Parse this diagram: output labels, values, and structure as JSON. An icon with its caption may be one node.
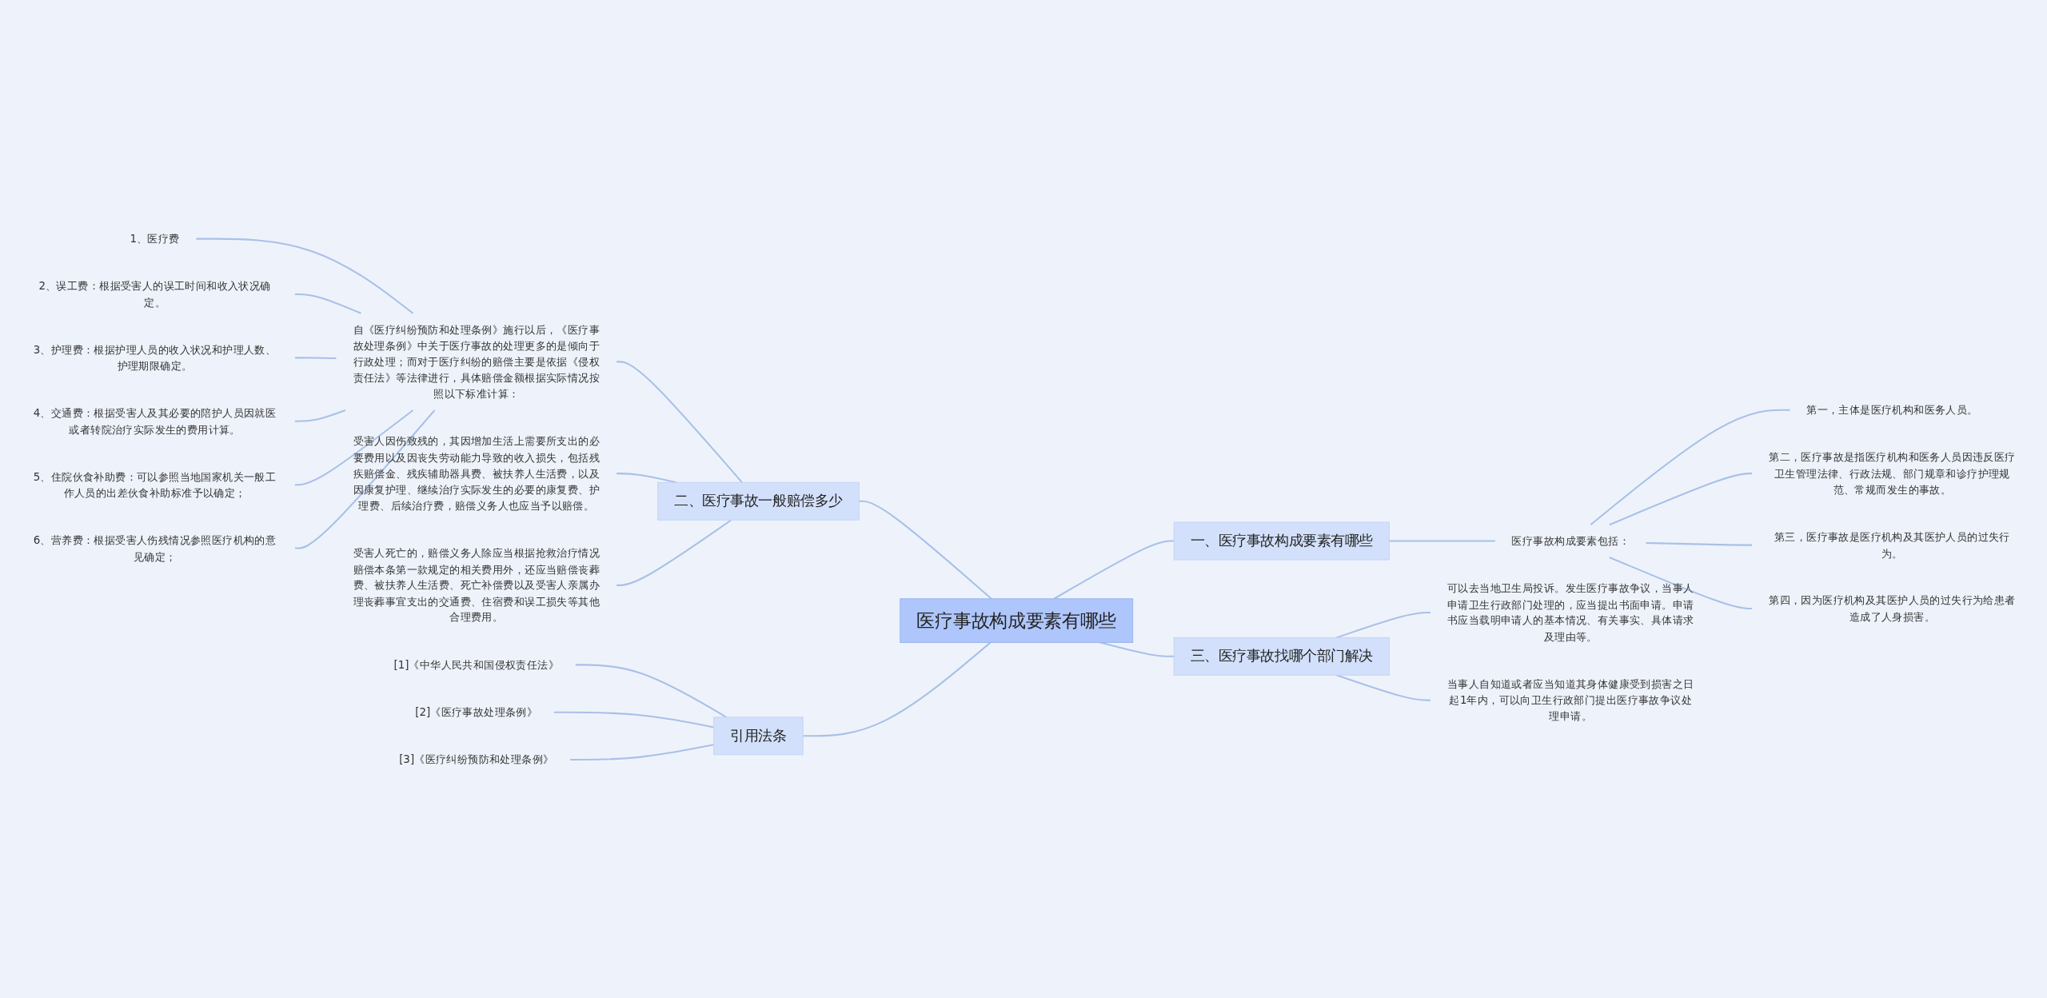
{
  "diagram": {
    "nodes": [
      {
        "text": [
          "医疗事故构成要素有哪些"
        ]
      },
      {
        "text": [
          "一、医疗事故构成要素有哪些"
        ]
      },
      {
        "text": [
          "医疗事故构成要素包括："
        ]
      },
      {
        "text": [
          "第一，主体是医疗机构和医务人员。"
        ]
      },
      {
        "text": [
          "第二，医疗事故是指医疗机构和医务人员因违反医疗卫生管理法律、行政法规、部门规章和诊疗护理规范、常规而发生的事故。"
        ]
      },
      {
        "text": [
          "第三，医疗事故是医疗机构及其医护人员的过失行为。"
        ]
      },
      {
        "text": [
          "第四，因为医疗机构及其医护人员的过失行为给患者造成了人身损害。"
        ]
      },
      {
        "text": [
          "三、医疗事故找哪个部门解决"
        ]
      },
      {
        "text": [
          "可以去当地卫生局投诉。发生医疗事故争议，当事人申请卫生行政部门处理的，应当提出书面申请。申请书应当载明申请人的基本情况、有关事实、具体请求及理由等。"
        ]
      },
      {
        "text": [
          "当事人自知道或者应当知道其身体健康受到损害之日起1年内，可以向卫生行政部门提出医疗事故争议处理申请。"
        ]
      },
      {
        "text": [
          "二、医疗事故一般赔偿多少"
        ]
      },
      {
        "text": [
          "自《医疗纠纷预防和处理条例》施行以后，《医疗事故处理条例》中关于医疗事故的处理更多的是倾向于行政处理；而对于医疗纠纷的赔偿主要是依据《侵权责任法》等法律进行，具体赔偿金额根据实际情况按照以下标准计算："
        ]
      },
      {
        "text": [
          "1、医疗费"
        ]
      },
      {
        "text": [
          "2、误工费：根据受害人的误工时间和收入状况确定。"
        ]
      },
      {
        "text": [
          "3、护理费：根据护理人员的收入状况和护理人数、护理期限确定。"
        ]
      },
      {
        "text": [
          "4、交通费：根据受害人及其必要的陪护人员因就医或者转院治疗实际发生的费用计算。"
        ]
      },
      {
        "text": [
          "5、住院伙食补助费：可以参照当地国家机关一般工作人员的出差伙食补助标准予以确定；"
        ]
      },
      {
        "text": [
          "6、营养费：根据受害人伤残情况参照医疗机构的意见确定；"
        ]
      },
      {
        "text": [
          "受害人因伤致残的，其因增加生活上需要所支出的必要费用以及因丧失劳动能力导致的收入损失，包括残疾赔偿金、残疾辅助器具费、被扶养人生活费，以及因康复护理、继续治疗实际发生的必要的康复费、护理费、后续治疗费，赔偿义务人也应当予以赔偿。"
        ]
      },
      {
        "text": [
          "受害人死亡的，赔偿义务人除应当根据抢救治疗情况赔偿本条第一款规定的相关费用外，还应当赔偿丧葬费、被扶养人生活费、死亡补偿费以及受害人亲属办理丧葬事宜支出的交通费、住宿费和误工损失等其他合理费用。"
        ]
      },
      {
        "text": [
          "引用法条"
        ]
      },
      {
        "text": [
          "[1]《中华人民共和国侵权责任法》"
        ]
      },
      {
        "text": [
          "[2]《医疗事故处理条例》"
        ]
      },
      {
        "text": [
          "[3]《医疗纠纷预防和处理条例》"
        ]
      }
    ],
    "edges": [
      {
        "from": 0,
        "to": 1,
        "arrow": "none"
      },
      {
        "from": 1,
        "to": 2,
        "arrow": "none"
      },
      {
        "from": 2,
        "to": 3,
        "arrow": "none"
      },
      {
        "from": 2,
        "to": 4,
        "arrow": "none"
      },
      {
        "from": 2,
        "to": 5,
        "arrow": "none"
      },
      {
        "from": 2,
        "to": 6,
        "arrow": "none"
      },
      {
        "from": 0,
        "to": 7,
        "arrow": "none"
      },
      {
        "from": 7,
        "to": 8,
        "arrow": "none"
      },
      {
        "from": 7,
        "to": 9,
        "arrow": "none"
      },
      {
        "from": 10,
        "to": 0,
        "arrow": "none"
      },
      {
        "from": 11,
        "to": 10,
        "arrow": "none"
      },
      {
        "from": 12,
        "to": 11,
        "arrow": "none"
      },
      {
        "from": 13,
        "to": 11,
        "arrow": "none"
      },
      {
        "from": 14,
        "to": 11,
        "arrow": "none"
      },
      {
        "from": 15,
        "to": 11,
        "arrow": "none"
      },
      {
        "from": 16,
        "to": 11,
        "arrow": "none"
      },
      {
        "from": 17,
        "to": 11,
        "arrow": "none"
      },
      {
        "from": 18,
        "to": 10,
        "arrow": "none"
      },
      {
        "from": 19,
        "to": 10,
        "arrow": "none"
      },
      {
        "from": 20,
        "to": 0,
        "arrow": "none"
      },
      {
        "from": 21,
        "to": 20,
        "arrow": "none"
      },
      {
        "from": 22,
        "to": 20,
        "arrow": "none"
      },
      {
        "from": 23,
        "to": 20,
        "arrow": "none"
      }
    ]
  }
}
